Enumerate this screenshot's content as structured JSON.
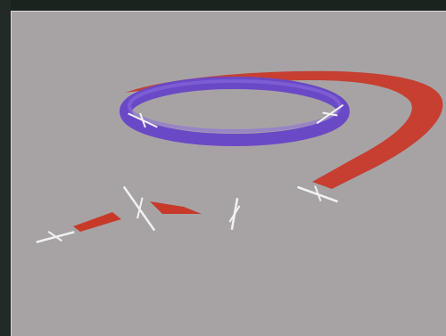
{
  "scene": {
    "background": "#a7a3a5",
    "frame_color": "#1c2620",
    "colors": {
      "red_trail": "#c73a2a",
      "purple_trail": "#6a49c6",
      "purple_highlight": "#8a6ee0",
      "aircraft": "#f2f2f2"
    },
    "objects": [
      {
        "id": "glider-1",
        "type": "glider-icon"
      },
      {
        "id": "glider-2",
        "type": "glider-icon"
      },
      {
        "id": "glider-3",
        "type": "glider-icon"
      },
      {
        "id": "glider-4",
        "type": "glider-icon"
      },
      {
        "id": "glider-5",
        "type": "glider-icon"
      },
      {
        "id": "glider-6",
        "type": "glider-icon"
      }
    ]
  }
}
